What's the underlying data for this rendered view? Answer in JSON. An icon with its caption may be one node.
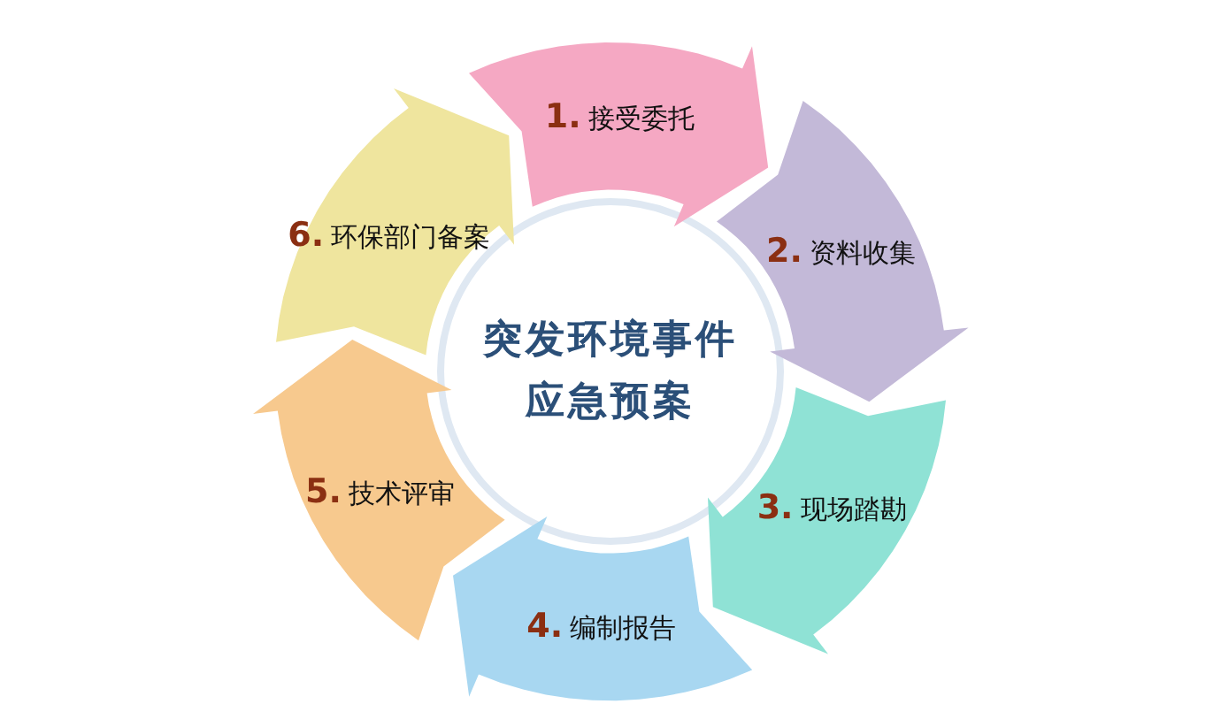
{
  "diagram": {
    "title": "突发环境事件应急预案",
    "nodes": [
      {
        "text": [
          "1.",
          "接受委托"
        ]
      },
      {
        "text": [
          "2.",
          "资料收集"
        ]
      },
      {
        "text": [
          "3.",
          "现场踏勘"
        ]
      },
      {
        "text": [
          "4.",
          "编制报告"
        ]
      },
      {
        "text": [
          "5.",
          "技术评审"
        ]
      },
      {
        "text": [
          "6.",
          "环保部门备案"
        ]
      }
    ]
  }
}
